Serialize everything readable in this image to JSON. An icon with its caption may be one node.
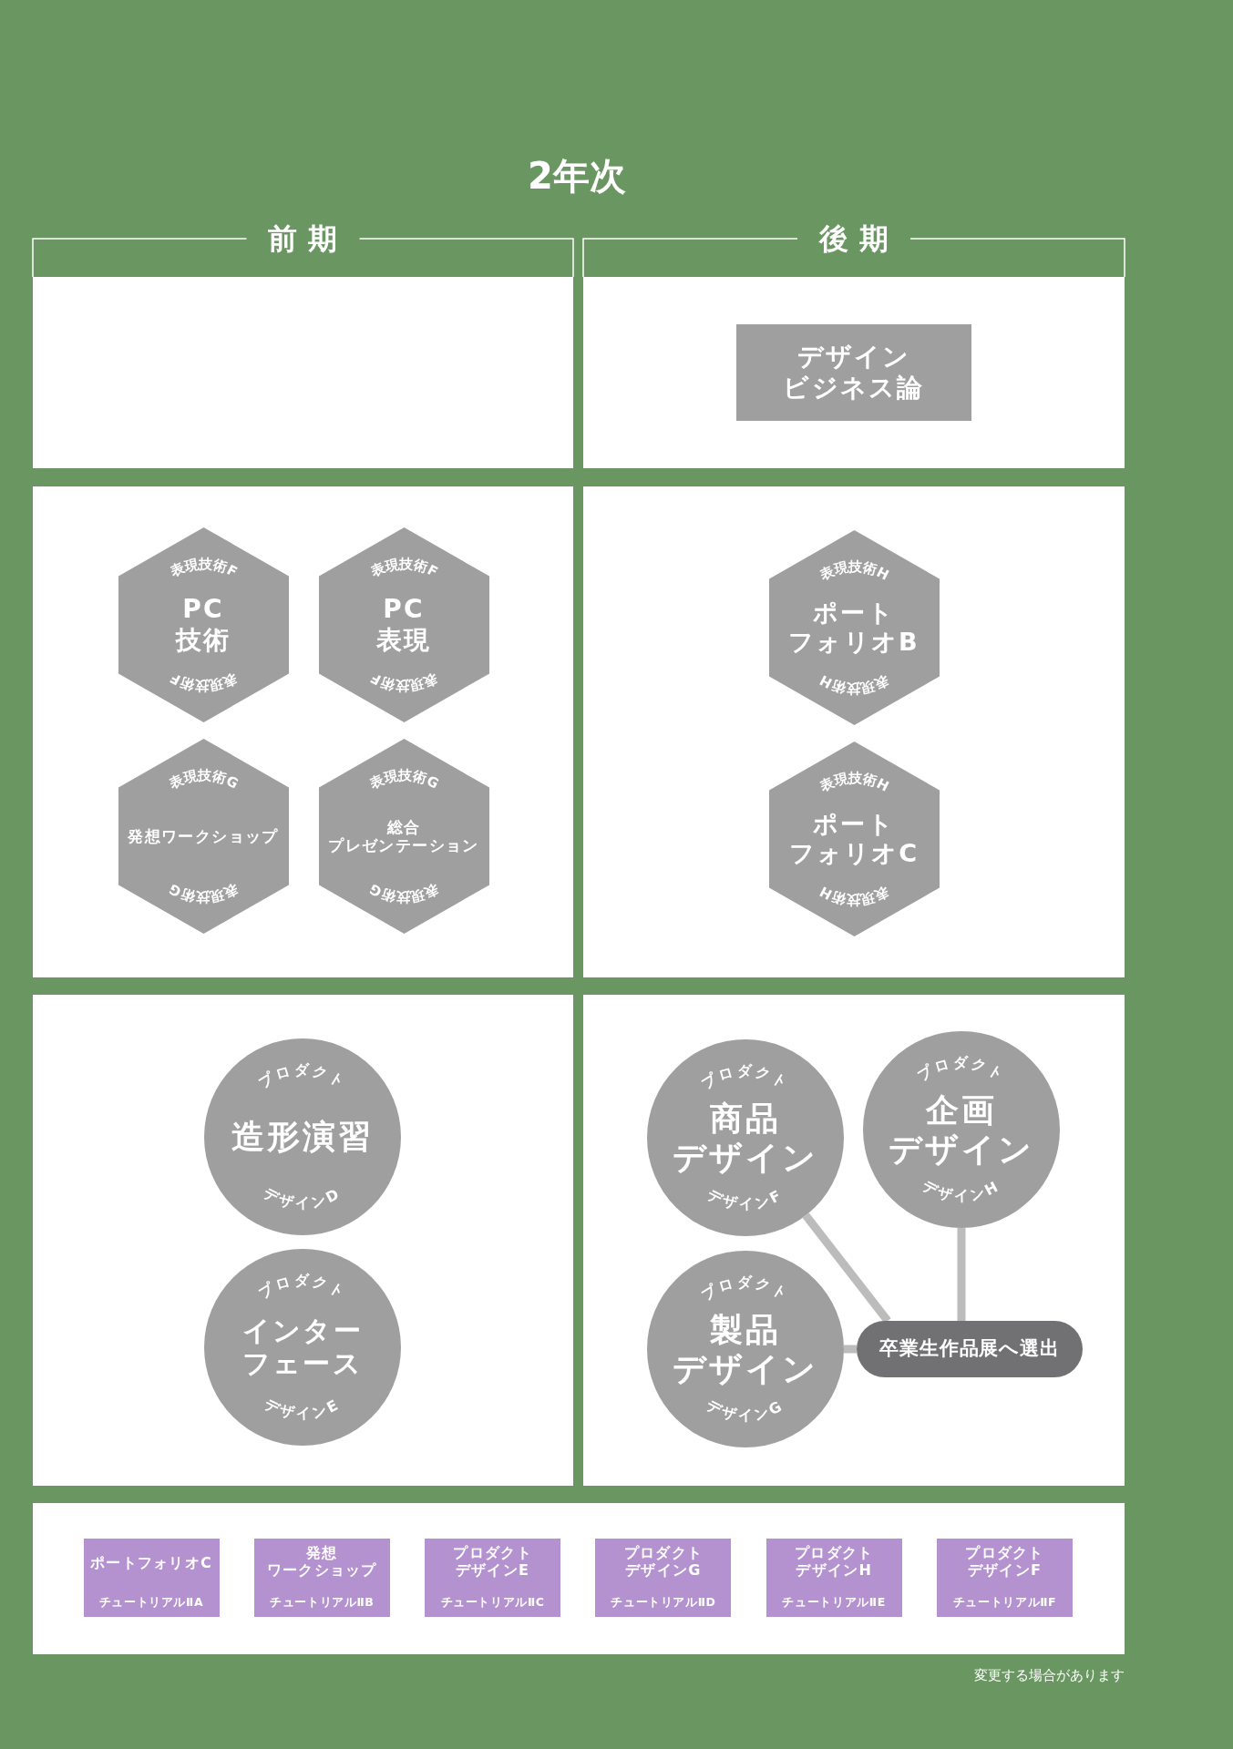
{
  "diagram": {
    "title": "2年次",
    "nodes": [
      {
        "text": [
          "デザインビジネス論"
        ]
      },
      {
        "text": [
          "表現技術F",
          "PC技術",
          "表現技術F"
        ]
      },
      {
        "text": [
          "表現技術F",
          "PC表現",
          "表現技術F"
        ]
      },
      {
        "text": [
          "表現技術G",
          "発想ワークショップ",
          "表現技術G"
        ]
      },
      {
        "text": [
          "表現技術G",
          "総合プレゼンテーション",
          "表現技術G"
        ]
      },
      {
        "text": [
          "表現技術H",
          "ポートフォリオB",
          "表現技術H"
        ]
      },
      {
        "text": [
          "表現技術H",
          "ポートフォリオC",
          "表現技術H"
        ]
      },
      {
        "text": [
          "プロダクト",
          "造形演習",
          "デザインD"
        ]
      },
      {
        "text": [
          "プロダクト",
          "インターフェース",
          "デザインE"
        ]
      },
      {
        "text": [
          "プロダクト",
          "商品デザイン",
          "デザインF"
        ]
      },
      {
        "text": [
          "プロダクト",
          "企画デザイン",
          "デザインH"
        ]
      },
      {
        "text": [
          "プロダクト",
          "製品デザイン",
          "デザインG"
        ]
      },
      {
        "text": [
          "卒業生作品展へ選出"
        ]
      },
      {
        "text": [
          "ポートフォリオC",
          "チュートリアルⅡA"
        ]
      },
      {
        "text": [
          "発想ワークショップ",
          "チュートリアルⅡB"
        ]
      },
      {
        "text": [
          "プロダクトデザインE",
          "チュートリアルⅡC"
        ]
      },
      {
        "text": [
          "プロダクトデザインG",
          "チュートリアルⅡD"
        ]
      },
      {
        "text": [
          "プロダクトデザインH",
          "チュートリアルⅡE"
        ]
      },
      {
        "text": [
          "プロダクトデザインF",
          "チュートリアルⅡF"
        ]
      }
    ],
    "edges": [
      {
        "from": 9,
        "to": 12,
        "arrow": "none"
      },
      {
        "from": 10,
        "to": 12,
        "arrow": "none"
      },
      {
        "from": 11,
        "to": 12,
        "arrow": "none"
      }
    ],
    "labels": [
      "前期",
      "後期",
      "変更する場合があります"
    ]
  }
}
